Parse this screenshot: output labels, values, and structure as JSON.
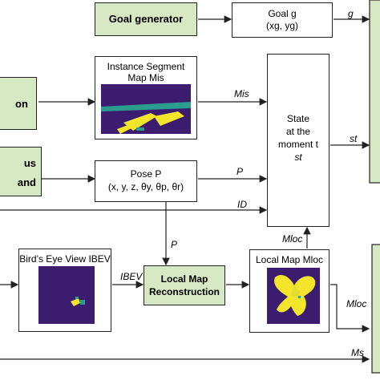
{
  "boxes": {
    "goal_generator": "Goal generator",
    "goal_title": "Goal g",
    "goal_coords": "(xg, yg)",
    "instance_title": "Instance Segment",
    "instance_sub": "Map Mis",
    "pose_title": "Pose P",
    "pose_vars": "(x, y, z, θy, θp, θr)",
    "state_line1": "State",
    "state_line2": "at the",
    "state_line3": "moment t",
    "state_line4": "st",
    "bev_title": "Bird’s Eye View IBEV",
    "local_recon_1": "Local Map",
    "local_recon_2": "Reconstruction",
    "local_map_title": "Local Map Mloc",
    "left_partial_1": "on",
    "left_partial_2": "us",
    "left_partial_3": "and"
  },
  "labels": {
    "g": "g",
    "m_is": "Mis",
    "p1": "P",
    "p2": "P",
    "i_d": "ID",
    "s_t": "st",
    "i_bev": "IBEV",
    "m_loc_up": "Mloc",
    "m_loc_right": "Mloc",
    "m_s": "Ms"
  },
  "colors": {
    "green_box": "#d7e8c4",
    "map_bg": "#3b1c6e",
    "map_yellow": "#f3e52a",
    "map_teal": "#2a9d8f"
  }
}
